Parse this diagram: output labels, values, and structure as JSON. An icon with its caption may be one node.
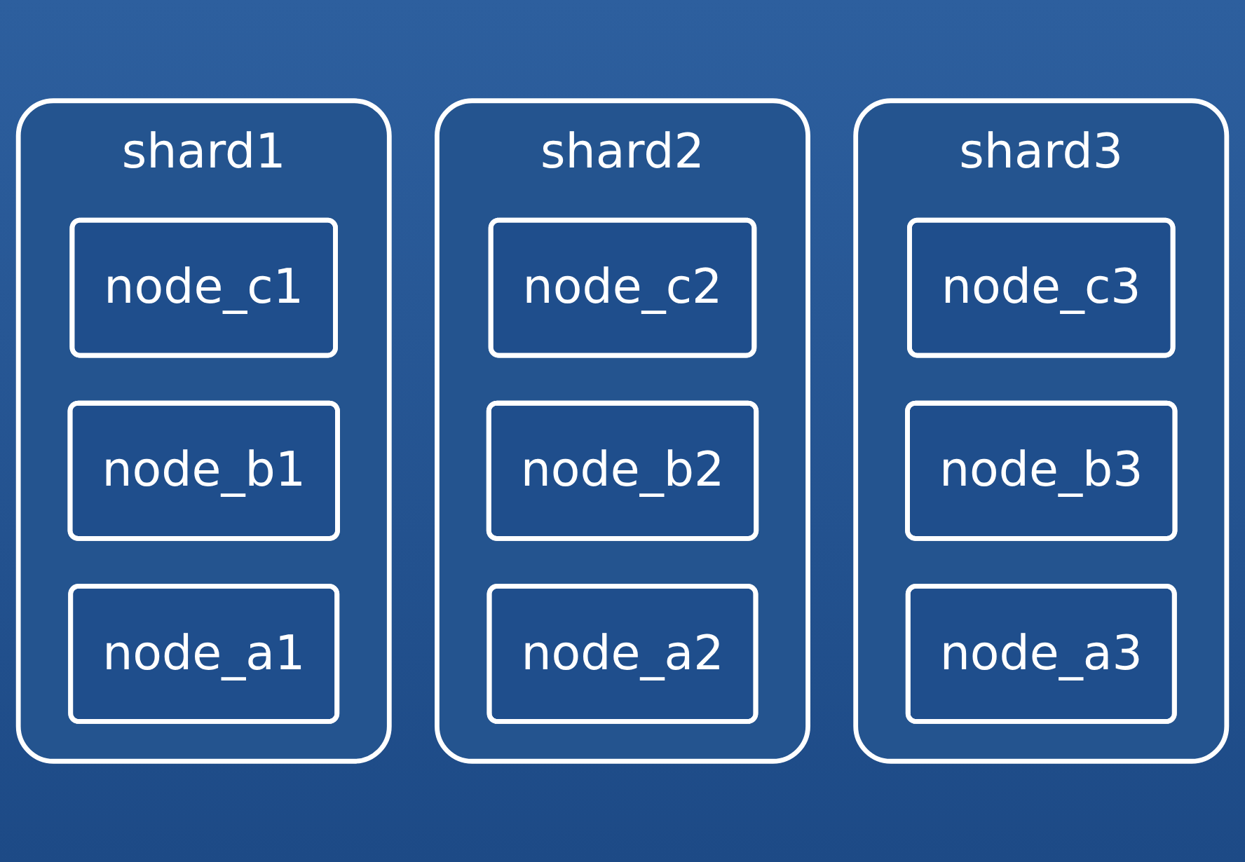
{
  "diagram": {
    "nodes": [
      {
        "text": [
          "shard1"
        ]
      },
      {
        "text": [
          "node_c1"
        ],
        "in": 0
      },
      {
        "text": [
          "node_b1"
        ],
        "in": 0
      },
      {
        "text": [
          "node_a1"
        ],
        "in": 0
      },
      {
        "text": [
          "shard2"
        ]
      },
      {
        "text": [
          "node_c2"
        ],
        "in": 4
      },
      {
        "text": [
          "node_b2"
        ],
        "in": 4
      },
      {
        "text": [
          "node_a2"
        ],
        "in": 4
      },
      {
        "text": [
          "shard3"
        ]
      },
      {
        "text": [
          "node_c3"
        ],
        "in": 8
      },
      {
        "text": [
          "node_b3"
        ],
        "in": 8
      },
      {
        "text": [
          "node_a3"
        ],
        "in": 8
      }
    ],
    "edges": []
  }
}
